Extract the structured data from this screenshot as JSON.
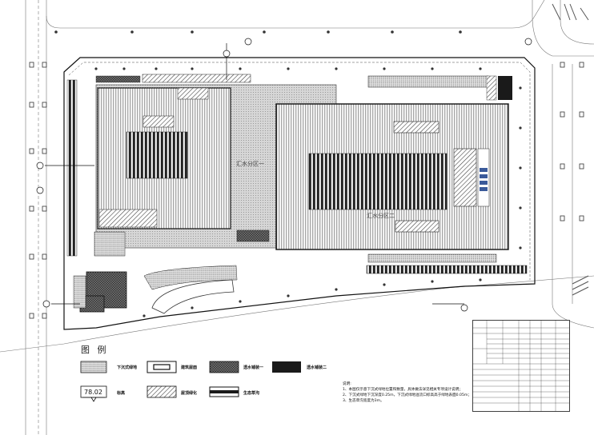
{
  "zones": {
    "zone1": "汇水分区一",
    "zone2": "汇水分区二"
  },
  "legend": {
    "title": "图 例",
    "items": [
      {
        "key": "sunken-green",
        "label": "下沉式绿地"
      },
      {
        "key": "building-roof",
        "label": "建筑屋面"
      },
      {
        "key": "permeable-1",
        "label": "透水铺装一"
      },
      {
        "key": "permeable-2",
        "label": "透水铺装二"
      },
      {
        "key": "elevation",
        "label": "标高",
        "value": "78.02"
      },
      {
        "key": "roof-green",
        "label": "屋顶绿化"
      },
      {
        "key": "eco-ditch",
        "label": "生态草沟"
      }
    ]
  },
  "notes": {
    "title": "说明:",
    "lines": [
      "1、本图仅示意下沉式绿地位置和数量，具体做法详见相关专项设计说明；",
      "2、下沉式绿地下沉深度0.25m，下沉式绿地溢流口标高高于绿地表面0.05m；",
      "3、生态草沟宽度为3m。"
    ]
  },
  "colors": {
    "line": "#111111",
    "hatch": "#555555",
    "paving": "#bdbdbd",
    "black_fill": "#1a1a1a"
  }
}
